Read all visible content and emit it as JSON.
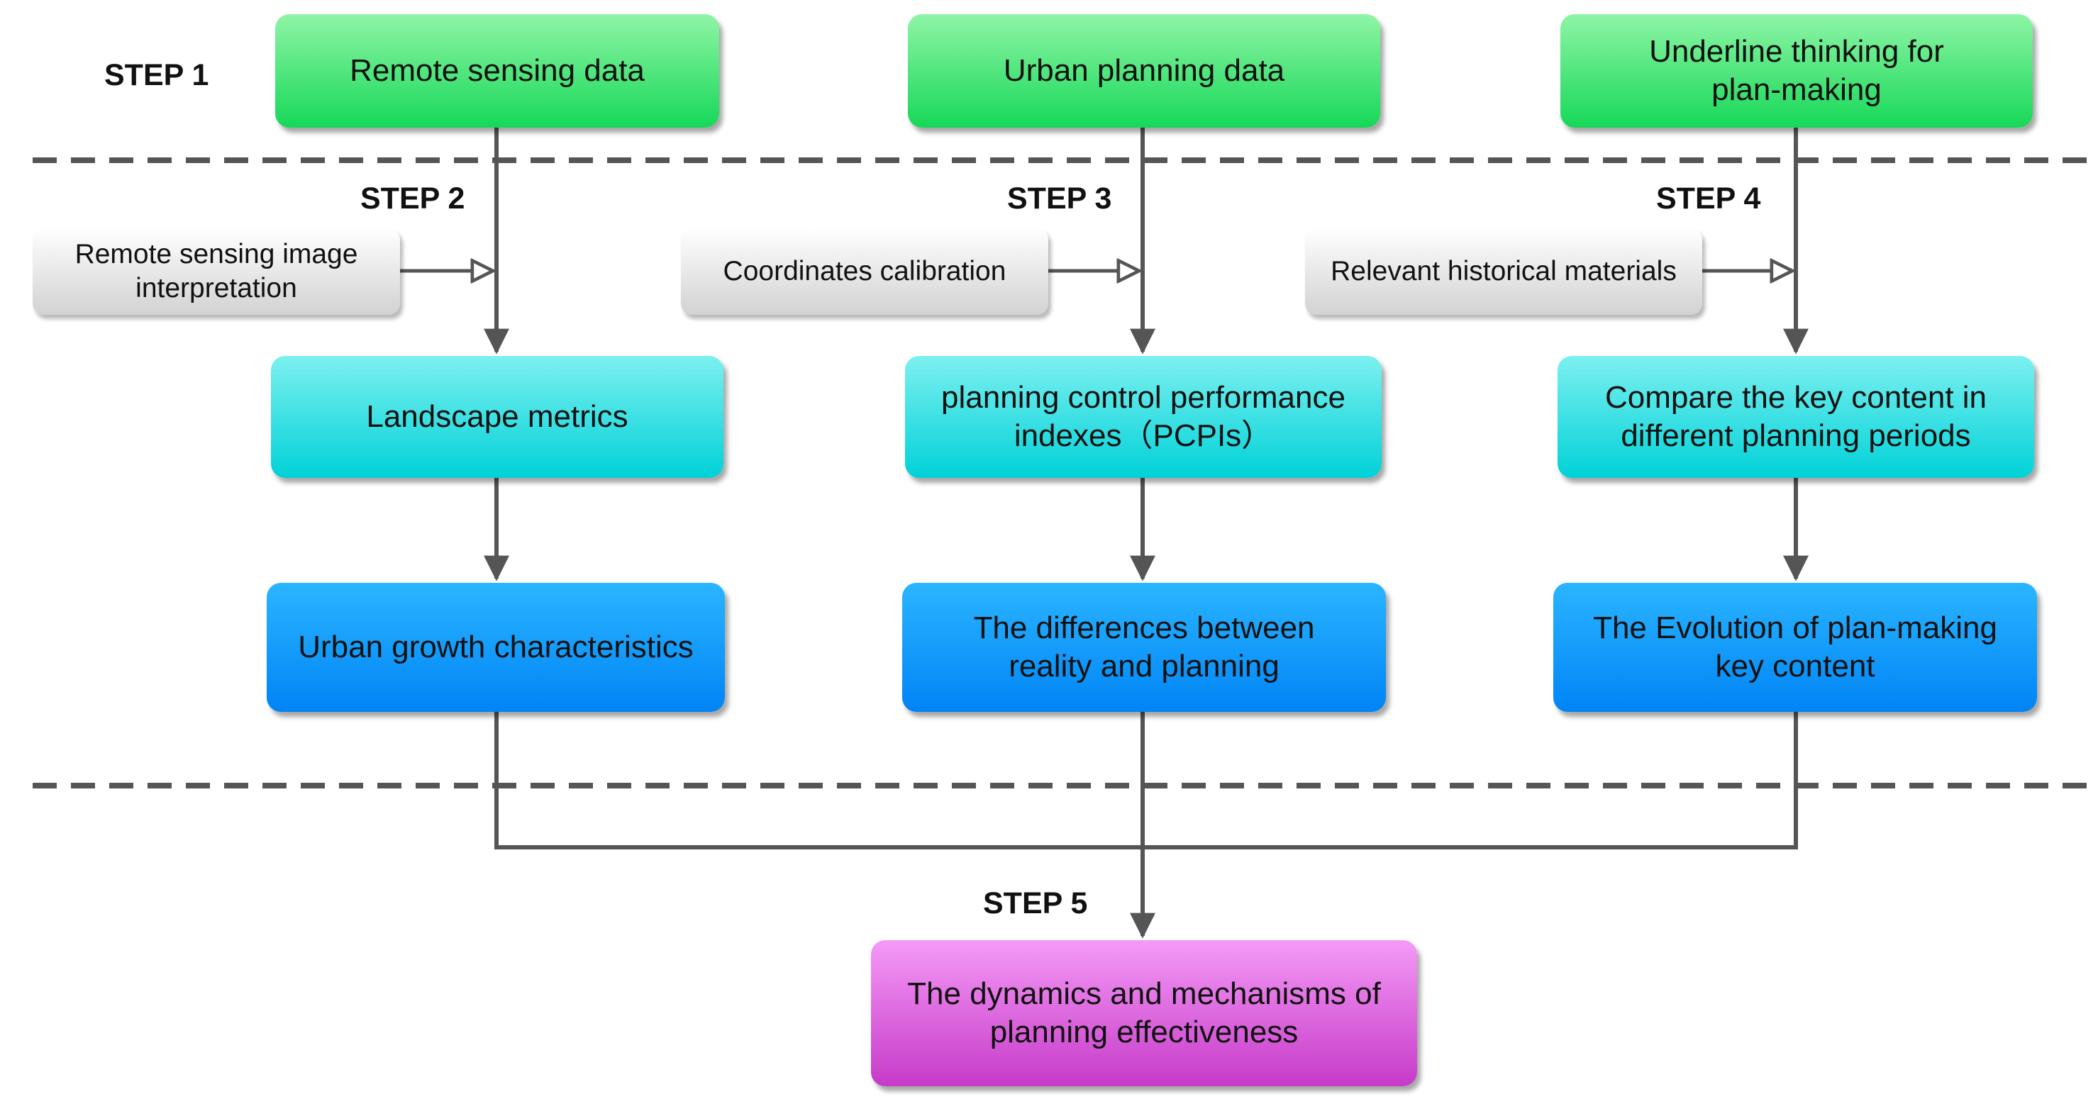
{
  "steps": {
    "step1": "STEP 1",
    "step2": "STEP 2",
    "step3": "STEP 3",
    "step4": "STEP 4",
    "step5": "STEP 5"
  },
  "inputs": {
    "remote_sensing_data": "Remote  sensing  data",
    "urban_planning_data": "Urban  planning data",
    "underline_thinking_line1": "Underline thinking for",
    "underline_thinking_line2": "plan-making"
  },
  "methods": {
    "rs_interpretation_line1": "Remote sensing image",
    "rs_interpretation_line2": "interpretation",
    "coordinates_calibration": "Coordinates calibration",
    "historical_materials": "Relevant historical materials"
  },
  "analyses": {
    "landscape_metrics": "Landscape metrics",
    "pcpi_line1": "planning control performance",
    "pcpi_line2": "indexes（PCPIs）",
    "compare_line1": "Compare the key content in",
    "compare_line2": "different planning periods"
  },
  "results": {
    "urban_growth": "Urban growth characteristics",
    "differences_line1": "The differences between",
    "differences_line2": "reality and planning",
    "evolution_line1": "The Evolution of plan-making",
    "evolution_line2": "key content"
  },
  "conclusion": {
    "line1": "The dynamics and mechanisms of",
    "line2": "planning effectiveness"
  },
  "colors": {
    "input": "#22dd66",
    "method": "#e2e2e2",
    "analysis": "#00d4d8",
    "result": "#0a8ff8",
    "conclusion": "#cf46d1",
    "connector": "#555555"
  }
}
